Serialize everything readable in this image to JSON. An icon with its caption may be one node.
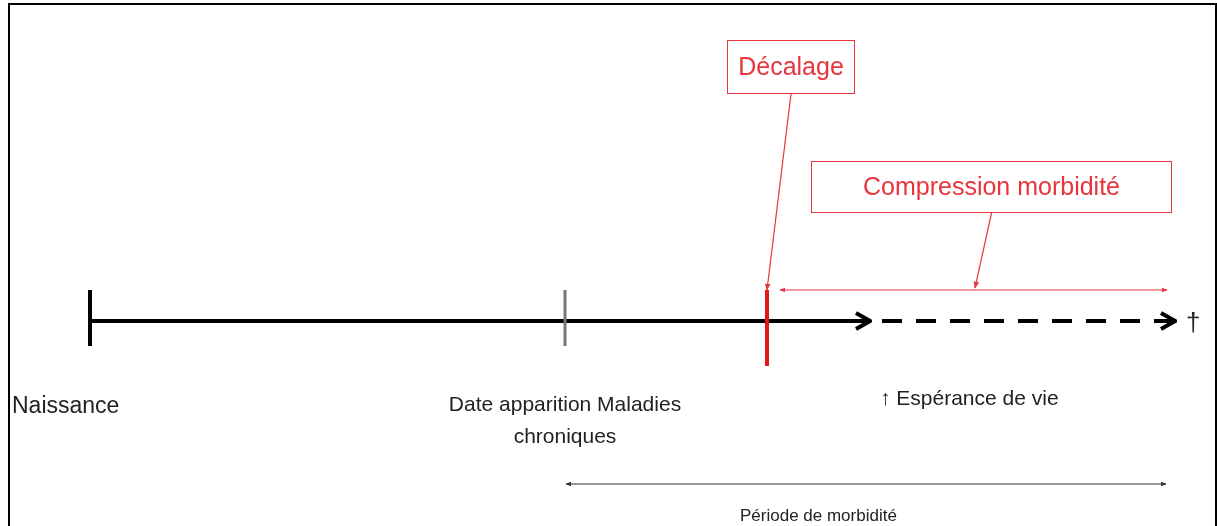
{
  "diagram": {
    "nodes": [
      {
        "text": [
          "Décalage"
        ]
      },
      {
        "text": [
          "Compression morbidité"
        ]
      },
      {
        "text": [],
        "shape": "bar"
      }
    ],
    "edges": [
      {
        "from": 0,
        "to": 2,
        "arrow": "to",
        "color": "#e8343c"
      },
      {
        "from": 1,
        "to": null,
        "arrow": "to",
        "color": "#e8343c"
      }
    ],
    "labels": [
      "Naissance",
      "Date apparition Maladies chroniques",
      "↑ Espérance de vie",
      "†",
      "Période de morbidité"
    ]
  }
}
